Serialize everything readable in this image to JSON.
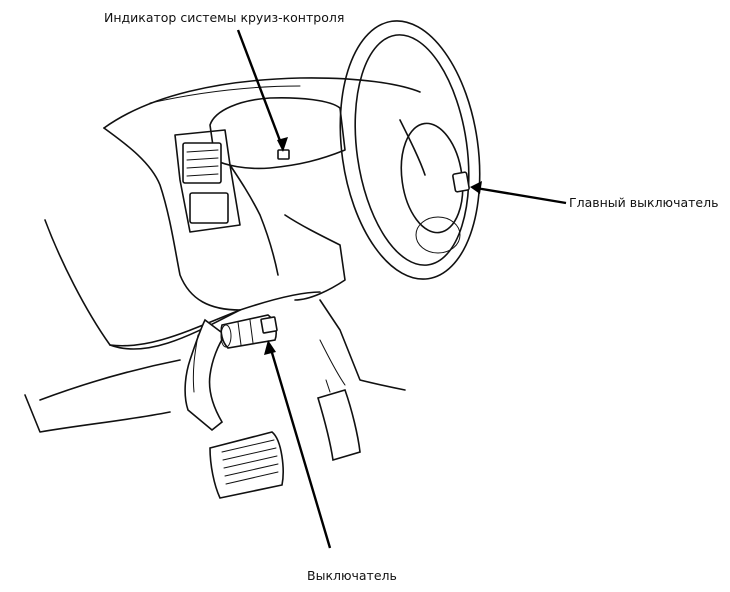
{
  "labels": {
    "cruise_indicator": "Индикатор системы круиз-контроля",
    "main_switch": "Главный выключатель",
    "switch": "Выключатель"
  },
  "colors": {
    "line": "#111111",
    "background": "#ffffff"
  }
}
